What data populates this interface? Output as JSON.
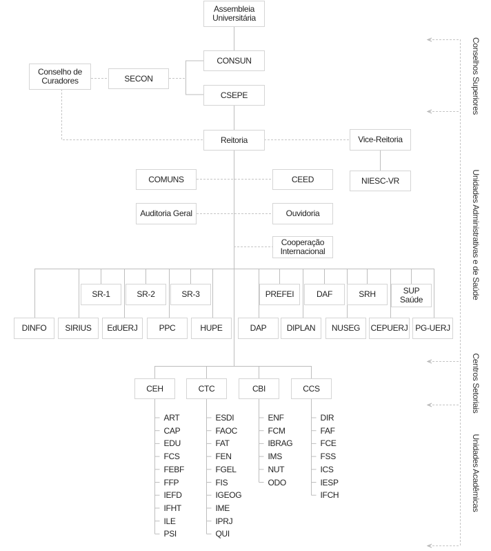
{
  "top": {
    "assembleia": "Assembleia\nUniversitária",
    "consun": "CONSUN",
    "csepe": "CSEPE",
    "curadores": "Conselho de\nCuradores",
    "secon": "SECON",
    "reitoria": "Reitoria",
    "vice_reitoria": "Vice-Reitoria",
    "niesc": "NIESC-VR",
    "comuns": "COMUNS",
    "ceed": "CEED",
    "auditoria": "Auditoria Geral",
    "ouvidoria": "Ouvidoria",
    "cooperacao": "Cooperação\nInternacional"
  },
  "sub_reitorias": [
    "SR-1",
    "SR-2",
    "SR-3",
    "PREFEI",
    "DAF",
    "SRH",
    "SUP\nSaúde"
  ],
  "units": [
    "DINFO",
    "SIRIUS",
    "EdUERJ",
    "PPC",
    "HUPE",
    "DAP",
    "DIPLAN",
    "NUSEG",
    "CEPUERJ",
    "PG-UERJ"
  ],
  "centers": [
    {
      "name": "CEH",
      "items": [
        "ART",
        "CAP",
        "EDU",
        "FCS",
        "FEBF",
        "FFP",
        "IEFD",
        "IFHT",
        "ILE",
        "PSI"
      ]
    },
    {
      "name": "CTC",
      "items": [
        "ESDI",
        "FAOC",
        "FAT",
        "FEN",
        "FGEL",
        "FIS",
        "IGEOG",
        "IME",
        "IPRJ",
        "QUI"
      ]
    },
    {
      "name": "CBI",
      "items": [
        "ENF",
        "FCM",
        "IBRAG",
        "IMS",
        "NUT",
        "ODO"
      ]
    },
    {
      "name": "CCS",
      "items": [
        "DIR",
        "FAF",
        "FCE",
        "FSS",
        "ICS",
        "IESP",
        "IFCH"
      ]
    }
  ],
  "side_labels": [
    "Conselhos Superiores",
    "Unidades Administrativas e de Saúde",
    "Centros Setoriais",
    "Unidades Acadêmicas"
  ],
  "colors": {
    "line": "#bdbdbd",
    "dash": "#c4c4c4",
    "border": "#d4d4d4"
  }
}
